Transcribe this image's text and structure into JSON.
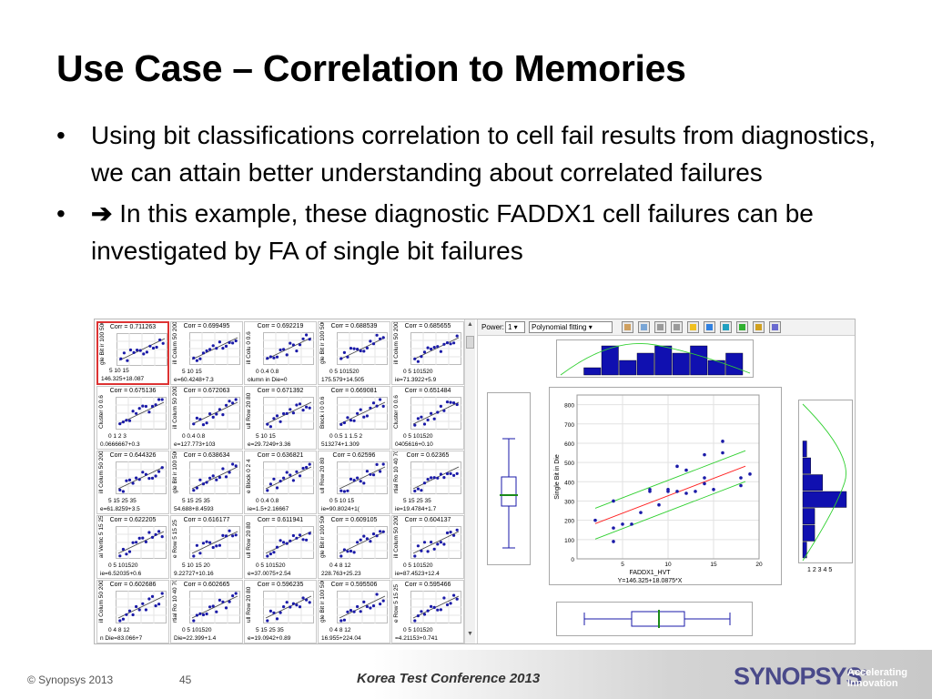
{
  "slide": {
    "title": "Use Case – Correlation to Memories",
    "bullets": [
      {
        "marker": "•",
        "arrow": "",
        "text": "Using bit classifications correlation to cell fail results from diagnostics, we can attain better understanding about correlated failures"
      },
      {
        "marker": "•",
        "arrow": "➔",
        "text": " In this example, these diagnostic FADDX1 cell failures can be investigated by FA of single bit failures"
      }
    ]
  },
  "matrix": {
    "cells": [
      {
        "corr": "Corr = 0.711263",
        "ylabel": "gle Bit ir",
        "yticks": "100 500",
        "xticks": "5 10 15",
        "eq": "146.325+18.087",
        "selected": true
      },
      {
        "corr": "Corr = 0.699495",
        "ylabel": "ill Colum",
        "yticks": "50 200",
        "xticks": "5 10 15",
        "eq": "e=60.4248+7.3",
        "selected": false
      },
      {
        "corr": "Corr = 0.692219",
        "ylabel": "ill Colu",
        "yticks": "0 0.6",
        "xticks": "0 0.4 0.8",
        "eq": "olumn in Die=0",
        "selected": false
      },
      {
        "corr": "Corr = 0.688539",
        "ylabel": "gle Bit ir",
        "yticks": "100 500",
        "xticks": "0 5 101520",
        "eq": "175.579+14.505",
        "selected": false
      },
      {
        "corr": "Corr = 0.685655",
        "ylabel": "ill Colum",
        "yticks": "50 200",
        "xticks": "0 5 101520",
        "eq": "ie=71.3922+5.9",
        "selected": false
      },
      {
        "corr": "Corr = 0.675136",
        "ylabel": "Cluster",
        "yticks": "0 0.6",
        "xticks": "0 1 2 3",
        "eq": "0.0666667+0.3",
        "selected": false
      },
      {
        "corr": "Corr = 0.672063",
        "ylabel": "ill Colum",
        "yticks": "50 200",
        "xticks": "0 0.4 0.8",
        "eq": "e=127.773+103",
        "selected": false
      },
      {
        "corr": "Corr = 0.671392",
        "ylabel": "ull Row",
        "yticks": "20 80",
        "xticks": "5 10 15",
        "eq": "e=29.7249+3.36",
        "selected": false
      },
      {
        "corr": "Corr = 0.669081",
        "ylabel": "Block i",
        "yticks": "0 0.6",
        "xticks": "0 0.5 1 1.5 2",
        "eq": "513274+1.309",
        "selected": false
      },
      {
        "corr": "Corr = 0.651484",
        "ylabel": "Cluster",
        "yticks": "0 0.6",
        "xticks": "0 5 101520",
        "eq": "0405616+0.10",
        "selected": false
      },
      {
        "corr": "Corr = 0.644326",
        "ylabel": "ill Colum",
        "yticks": "50 200",
        "xticks": "5 15 25 35",
        "eq": "e=61.8259+3.5",
        "selected": false
      },
      {
        "corr": "Corr = 0.638634",
        "ylabel": "gle Bit ir",
        "yticks": "100 500",
        "xticks": "5 15 25 35",
        "eq": "54.688+8.4593",
        "selected": false
      },
      {
        "corr": "Corr = 0.636821",
        "ylabel": "e Block",
        "yticks": "0 2 4",
        "xticks": "0 0.4 0.8",
        "eq": "ie=1.5+2.16667",
        "selected": false
      },
      {
        "corr": "Corr = 0.62596",
        "ylabel": "ull Row",
        "yticks": "20 80",
        "xticks": "0 5 10 15",
        "eq": "ie=90.8024+1(",
        "selected": false
      },
      {
        "corr": "Corr = 0.62365",
        "ylabel": "rtial Ro",
        "yticks": "10 40 70",
        "xticks": "5 15 25 35",
        "eq": "ie=19.4784+1.7",
        "selected": false
      },
      {
        "corr": "Corr = 0.622205",
        "ylabel": "al Vertic",
        "yticks": "5 15 25",
        "xticks": "0 5 101520",
        "eq": "ie=6.52035+0.6",
        "selected": false
      },
      {
        "corr": "Corr = 0.616177",
        "ylabel": "e Row",
        "yticks": "5 15 25",
        "xticks": "5 10 15 20",
        "eq": "9.22727+10.16",
        "selected": false
      },
      {
        "corr": "Corr = 0.611941",
        "ylabel": "ull Row",
        "yticks": "20 80",
        "xticks": "0 5 101520",
        "eq": "e=37.0075+2.54",
        "selected": false
      },
      {
        "corr": "Corr = 0.609105",
        "ylabel": "gle Bit ir",
        "yticks": "100 500",
        "xticks": "0 4 8 12",
        "eq": "228.763+25.23",
        "selected": false
      },
      {
        "corr": "Corr = 0.604137",
        "ylabel": "ill Colum",
        "yticks": "50 200",
        "xticks": "0 5 101520",
        "eq": "ie=87.4523+12.4",
        "selected": false
      },
      {
        "corr": "Corr = 0.602686",
        "ylabel": "ill Colum",
        "yticks": "50 200",
        "xticks": "0 4 8 12",
        "eq": "n Die=83.066+7",
        "selected": false
      },
      {
        "corr": "Corr = 0.602665",
        "ylabel": "rtial Ro",
        "yticks": "10 40 70",
        "xticks": "0 5 101520",
        "eq": "Die=22.399+1.4",
        "selected": false
      },
      {
        "corr": "Corr = 0.596235",
        "ylabel": "ull Row",
        "yticks": "20 80",
        "xticks": "5 15 25 35",
        "eq": "e=19.0942+0.89",
        "selected": false
      },
      {
        "corr": "Corr = 0.595506",
        "ylabel": "gle Bit ir",
        "yticks": "100 500",
        "xticks": "0 4 8 12",
        "eq": "16.955+224.04",
        "selected": false
      },
      {
        "corr": "Corr = 0.595466",
        "ylabel": "e Row",
        "yticks": "5 15 25",
        "xticks": "0 5 101520",
        "eq": "=4.21153+0.741",
        "selected": false
      }
    ]
  },
  "detail": {
    "toolbar": {
      "power_label": "Power:",
      "power_value": "1",
      "fit_value": "Polynomial fitting",
      "buttons": [
        "brush-icon",
        "grid-icon",
        "table-icon",
        "text-icon",
        "yellow-square-icon",
        "blue-square-icon",
        "cyan-square-icon",
        "green-square-icon",
        "pencil-icon",
        "sort-icon"
      ]
    },
    "scatter": {
      "ylabel": "Single Bit in Die",
      "yticks": [
        "0",
        "100",
        "200",
        "300",
        "400",
        "500",
        "600",
        "700",
        "800"
      ],
      "xticks": [
        "5",
        "10",
        "15",
        "20"
      ],
      "xlabel": "FADDX1_HVT",
      "equation": "Y=146.325+18.0875*X"
    },
    "right_hist_ticks": "1 2 3 4 5",
    "colors": {
      "points": "#1a1aa8",
      "fit": "#ff2020",
      "band": "#30d030",
      "bars": "#1010b0"
    }
  },
  "chart_data": {
    "type": "scatter",
    "title": "",
    "xlabel": "FADDX1_HVT",
    "ylabel": "Single Bit in Die",
    "xlim": [
      0,
      20
    ],
    "ylim": [
      0,
      850
    ],
    "grid": true,
    "fit_equation": "Y=146.325+18.0875*X",
    "fit": {
      "intercept": 146.325,
      "slope": 18.0875
    },
    "x": [
      2,
      4,
      4,
      4,
      5,
      6,
      7,
      8,
      8,
      9,
      10,
      10,
      11,
      11,
      12,
      12,
      13,
      14,
      14,
      14,
      15,
      16,
      16,
      18,
      18,
      19
    ],
    "y": [
      200,
      160,
      300,
      90,
      180,
      180,
      240,
      360,
      350,
      280,
      360,
      350,
      480,
      350,
      460,
      340,
      350,
      390,
      420,
      540,
      360,
      610,
      550,
      380,
      420,
      440
    ]
  },
  "footer": {
    "copyright": "© Synopsys 2013",
    "page": "45",
    "conference": "Korea Test Conference 2013",
    "logo": "SYNOPSYS",
    "logo_mark": "®",
    "tagline_1": "Accelerating",
    "tagline_2": "Innovation"
  }
}
